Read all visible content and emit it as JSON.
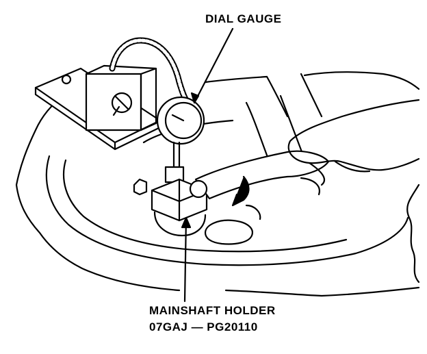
{
  "labels": {
    "dial_gauge": "DIAL GAUGE",
    "mainshaft_holder": "MAINSHAFT HOLDER",
    "part_number": "07GAJ — PG20110"
  },
  "colors": {
    "ink": "#000000",
    "paper": "#ffffff"
  }
}
